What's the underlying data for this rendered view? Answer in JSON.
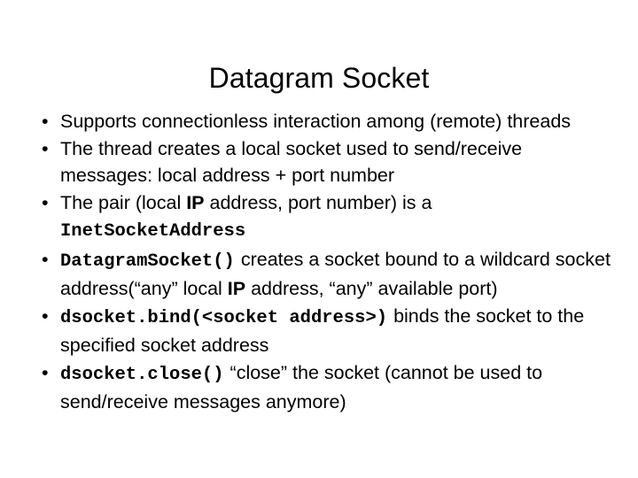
{
  "slide": {
    "title": "Datagram Socket",
    "bullet_marker": "•",
    "bullets": [
      {
        "id": "bullet-connectionless",
        "segments": [
          {
            "style": "plain",
            "text": "Supports connectionless interaction among (remote) threads"
          }
        ],
        "plain_text": "Supports connectionless interaction among (remote) threads"
      },
      {
        "id": "bullet-local-socket",
        "segments": [
          {
            "style": "plain",
            "text": "The thread creates a local socket used to send/receive messages: local address + port number"
          }
        ],
        "plain_text": "The thread creates a local socket used to send/receive messages: local address + port number"
      },
      {
        "id": "bullet-inet-socket-address",
        "segments": [
          {
            "style": "plain",
            "text": "The pair (local "
          },
          {
            "style": "bold",
            "text": "IP"
          },
          {
            "style": "plain",
            "text": " address, port number) is a "
          },
          {
            "style": "mono",
            "text": "InetSocketAddress"
          }
        ],
        "plain_text": "The pair (local IP address, port number) is a InetSocketAddress"
      },
      {
        "id": "bullet-datagramsocket-constructor",
        "segments": [
          {
            "style": "mono",
            "text": "DatagramSocket()"
          },
          {
            "style": "gap",
            "text": ""
          },
          {
            "style": "plain",
            "text": "creates a socket bound to a wildcard socket address(“any” local "
          },
          {
            "style": "bold",
            "text": "IP"
          },
          {
            "style": "plain",
            "text": " address, “any” available port)"
          }
        ],
        "plain_text": "DatagramSocket() creates a socket bound to a wildcard socket address(“any” local IP address, “any” available port)"
      },
      {
        "id": "bullet-dsocket-bind",
        "segments": [
          {
            "style": "mono",
            "text": "dsocket.bind(<socket address>)"
          },
          {
            "style": "gap",
            "text": ""
          },
          {
            "style": "plain",
            "text": "binds the socket to the specified socket address"
          }
        ],
        "plain_text": "dsocket.bind(<socket address>) binds the socket to the specified socket address"
      },
      {
        "id": "bullet-dsocket-close",
        "segments": [
          {
            "style": "mono",
            "text": "dsocket.close()"
          },
          {
            "style": "gap",
            "text": ""
          },
          {
            "style": "plain",
            "text": "“close” the socket (cannot be used to send/receive messages anymore)"
          }
        ],
        "plain_text": "dsocket.close() “close” the socket (cannot be used to send/receive messages anymore)"
      }
    ]
  },
  "colors": {
    "background": "#ffffff",
    "text": "#000000"
  }
}
